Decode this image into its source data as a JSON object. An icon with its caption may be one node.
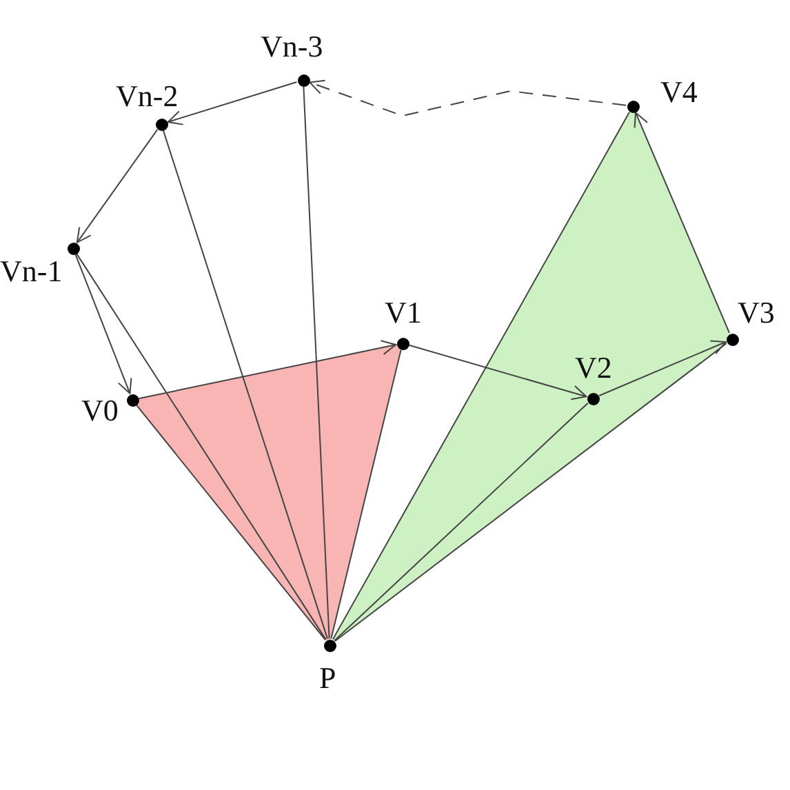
{
  "diagram": {
    "nodes": [
      {
        "text": [
          "V0"
        ]
      },
      {
        "text": [
          "V1"
        ]
      },
      {
        "text": [
          "V2"
        ]
      },
      {
        "text": [
          "V3"
        ]
      },
      {
        "text": [
          "V4"
        ]
      },
      {
        "text": [
          "Vn-3"
        ]
      },
      {
        "text": [
          "Vn-2"
        ]
      },
      {
        "text": [
          "Vn-1"
        ]
      },
      {
        "text": [
          "P"
        ]
      }
    ],
    "edges": [
      {
        "from": 0,
        "to": 1,
        "arrow": "to"
      },
      {
        "from": 1,
        "to": 2,
        "arrow": "to"
      },
      {
        "from": 2,
        "to": 3,
        "arrow": "to"
      },
      {
        "from": 3,
        "to": 4,
        "arrow": "to"
      },
      {
        "from": 4,
        "to": 5,
        "arrow": "to",
        "style": "dashed"
      },
      {
        "from": 5,
        "to": 6,
        "arrow": "to"
      },
      {
        "from": 6,
        "to": 7,
        "arrow": "to"
      },
      {
        "from": 7,
        "to": 0,
        "arrow": "to"
      },
      {
        "from": 8,
        "to": 0,
        "arrow": "none"
      },
      {
        "from": 8,
        "to": 7,
        "arrow": "none"
      },
      {
        "from": 8,
        "to": 6,
        "arrow": "none"
      },
      {
        "from": 8,
        "to": 5,
        "arrow": "none"
      },
      {
        "from": 8,
        "to": 1,
        "arrow": "none"
      },
      {
        "from": 8,
        "to": 2,
        "arrow": "none"
      },
      {
        "from": 8,
        "to": 3,
        "arrow": "none"
      },
      {
        "from": 8,
        "to": 4,
        "arrow": "none"
      }
    ]
  }
}
